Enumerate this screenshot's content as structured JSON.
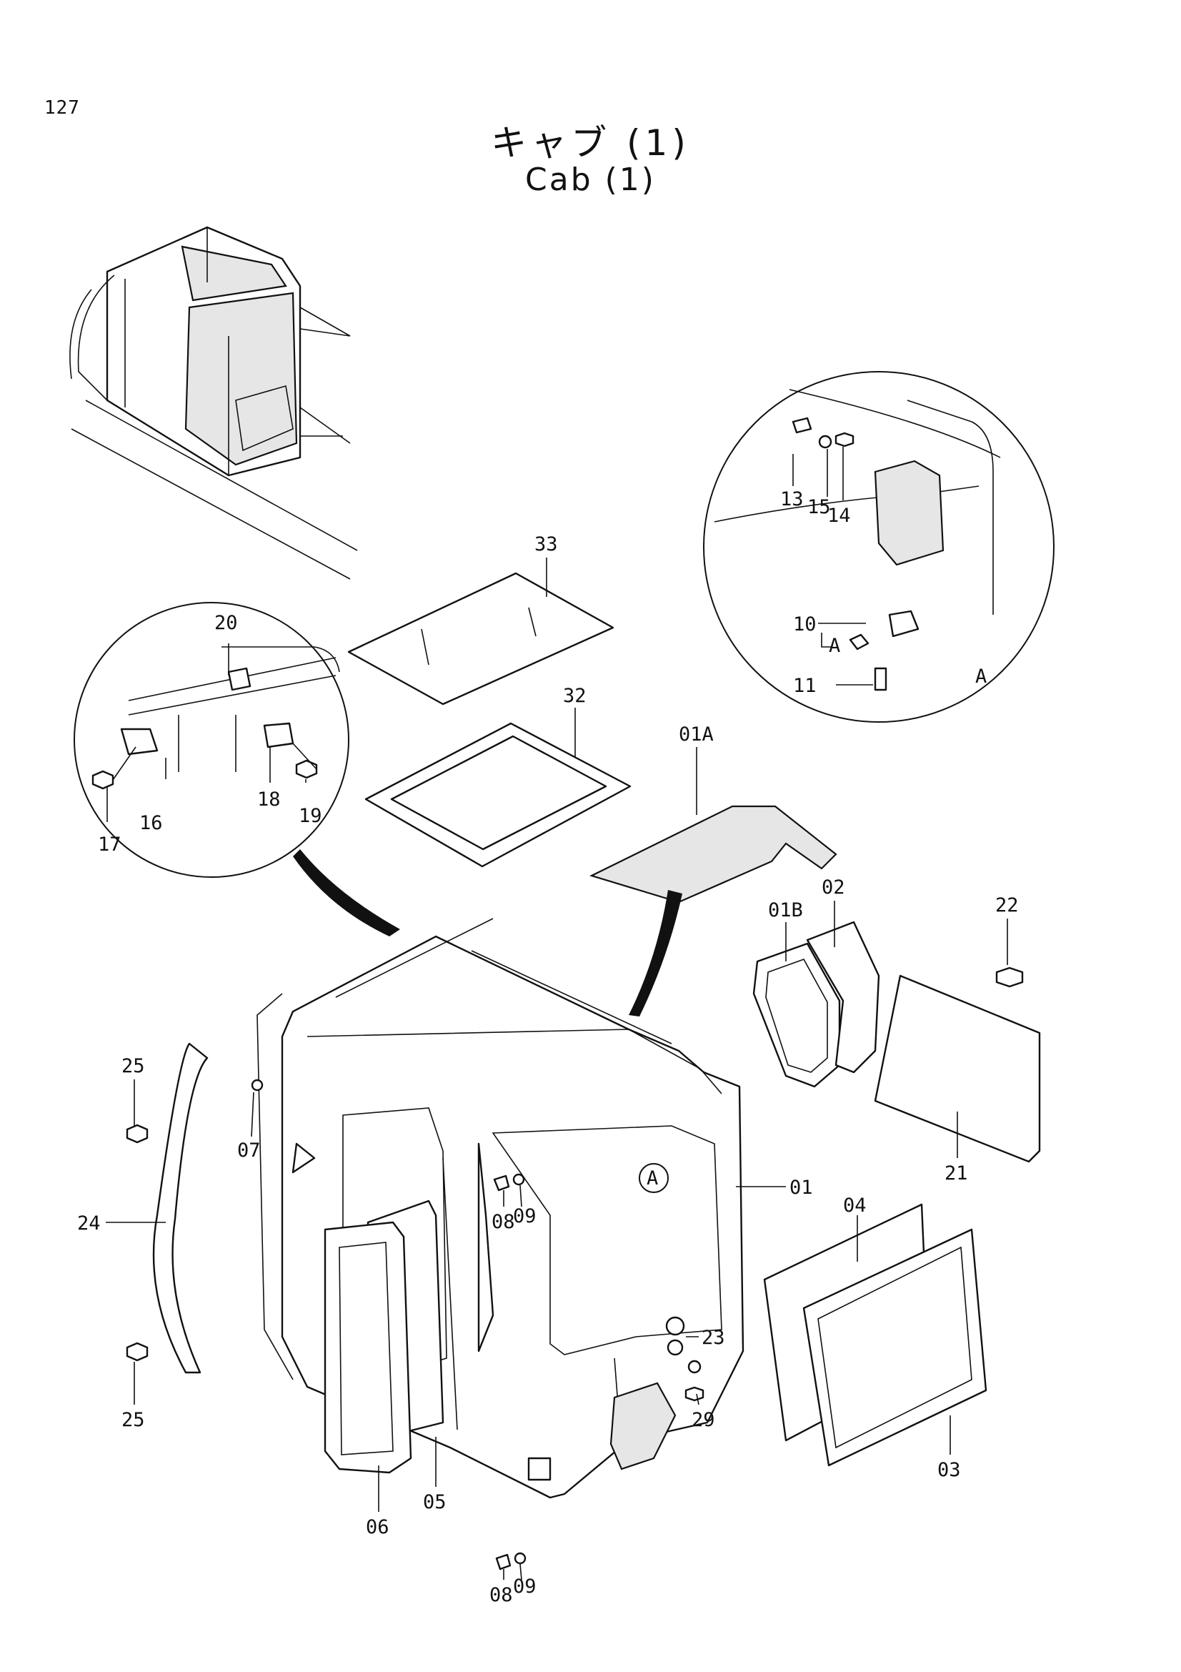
{
  "page_number": "127",
  "title_ja": "キャブ (1)",
  "title_en": "Cab (1)",
  "callouts": {
    "01": "01",
    "01A": "01A",
    "01B": "01B",
    "02": "02",
    "03": "03",
    "04": "04",
    "05": "05",
    "06": "06",
    "07": "07",
    "08": "08",
    "09": "09",
    "10": "10",
    "11": "11",
    "13": "13",
    "14": "14",
    "15": "15",
    "16": "16",
    "17": "17",
    "18": "18",
    "19": "19",
    "20": "20",
    "21": "21",
    "22": "22",
    "23": "23",
    "24": "24",
    "25": "25",
    "29": "29",
    "32": "32",
    "33": "33"
  },
  "detail_ref": "A"
}
